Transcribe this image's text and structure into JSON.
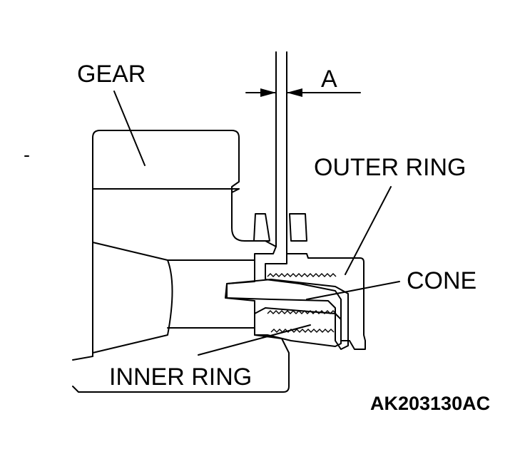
{
  "labels": {
    "gear": "GEAR",
    "dimension": "A",
    "outer_ring": "OUTER RING",
    "cone": "CONE",
    "inner_ring": "INNER RING",
    "figure_code": "AK203130AC"
  }
}
